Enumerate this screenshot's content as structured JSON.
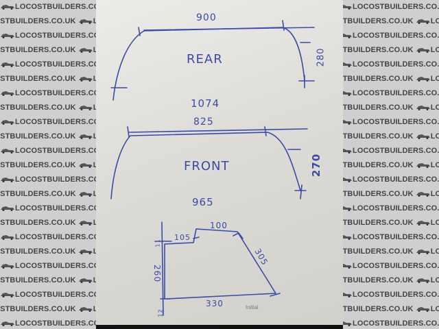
{
  "watermark": {
    "text": "LOCOSTBUILDERS.CO.UK",
    "rows": 23
  },
  "sketch": {
    "rear": {
      "label": "REAR",
      "top": "900",
      "height": "280",
      "base": "1074"
    },
    "front": {
      "label": "FRONT",
      "top": "825",
      "height": "270",
      "base": "965"
    },
    "side": {
      "step": "105",
      "top": "100",
      "slope": "305",
      "height": "260",
      "base": "330",
      "small_top": "11",
      "small_bottom": "12"
    },
    "initial": "Initial"
  },
  "colors": {
    "ink": "#3a4aa8",
    "paper": "#e6e5e1",
    "strip": "#cfcfd2"
  }
}
